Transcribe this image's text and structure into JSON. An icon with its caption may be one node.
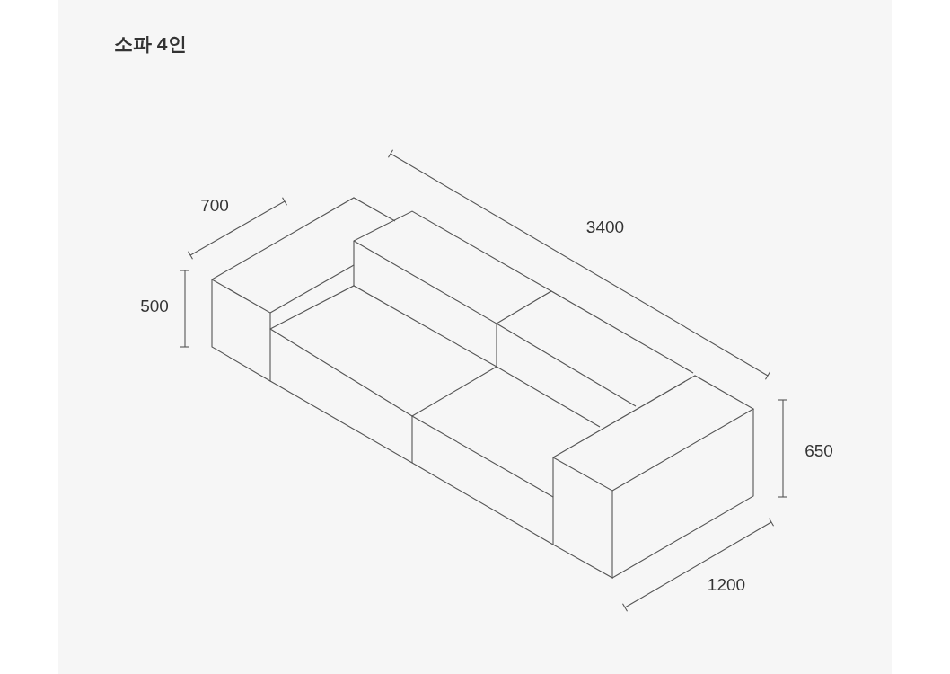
{
  "diagram": {
    "title": "소파 4인",
    "labels": [
      "700",
      "3400",
      "500",
      "650",
      "1200"
    ]
  }
}
